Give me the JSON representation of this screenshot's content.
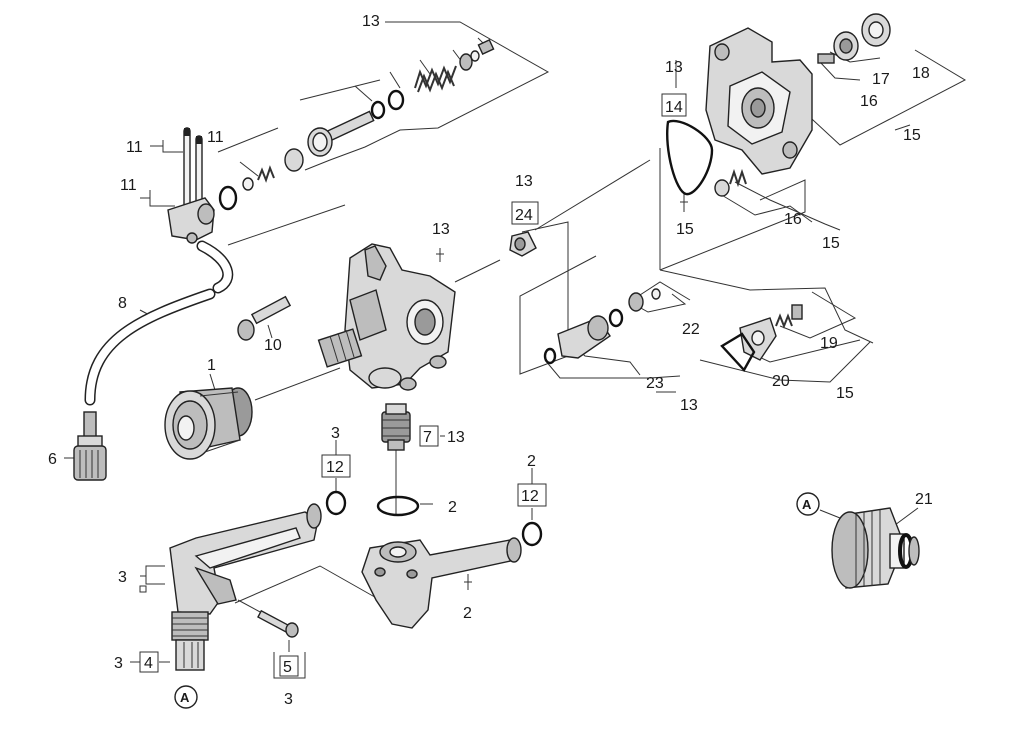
{
  "labels": {
    "l_13_top": "13",
    "l_11_a": "11",
    "l_11_b": "11",
    "l_11_c": "11",
    "l_8": "8",
    "l_10": "10",
    "l_1": "1",
    "l_6": "6",
    "l_13_center": "13",
    "l_13_valve": "13",
    "l_24": "24",
    "l_13_plate": "13",
    "l_14": "14",
    "l_15_a": "15",
    "l_15_b": "15",
    "l_15_c": "15",
    "l_15_d": "15",
    "l_16_a": "16",
    "l_16_b": "16",
    "l_17": "17",
    "l_18": "18",
    "l_22": "22",
    "l_23": "23",
    "l_13_23": "13",
    "l_19": "19",
    "l_20": "20",
    "l_7": "7",
    "l_13_7": "13",
    "l_3_a": "3",
    "l_12_a": "12",
    "l_2_a": "2",
    "l_2_b": "2",
    "l_12_b": "12",
    "l_2_c": "2",
    "l_3_b": "3",
    "l_3_c": "3",
    "l_4": "4",
    "l_5": "5",
    "l_3_d": "3",
    "l_21": "21",
    "l_A_1": "A",
    "l_A_2": "A"
  }
}
